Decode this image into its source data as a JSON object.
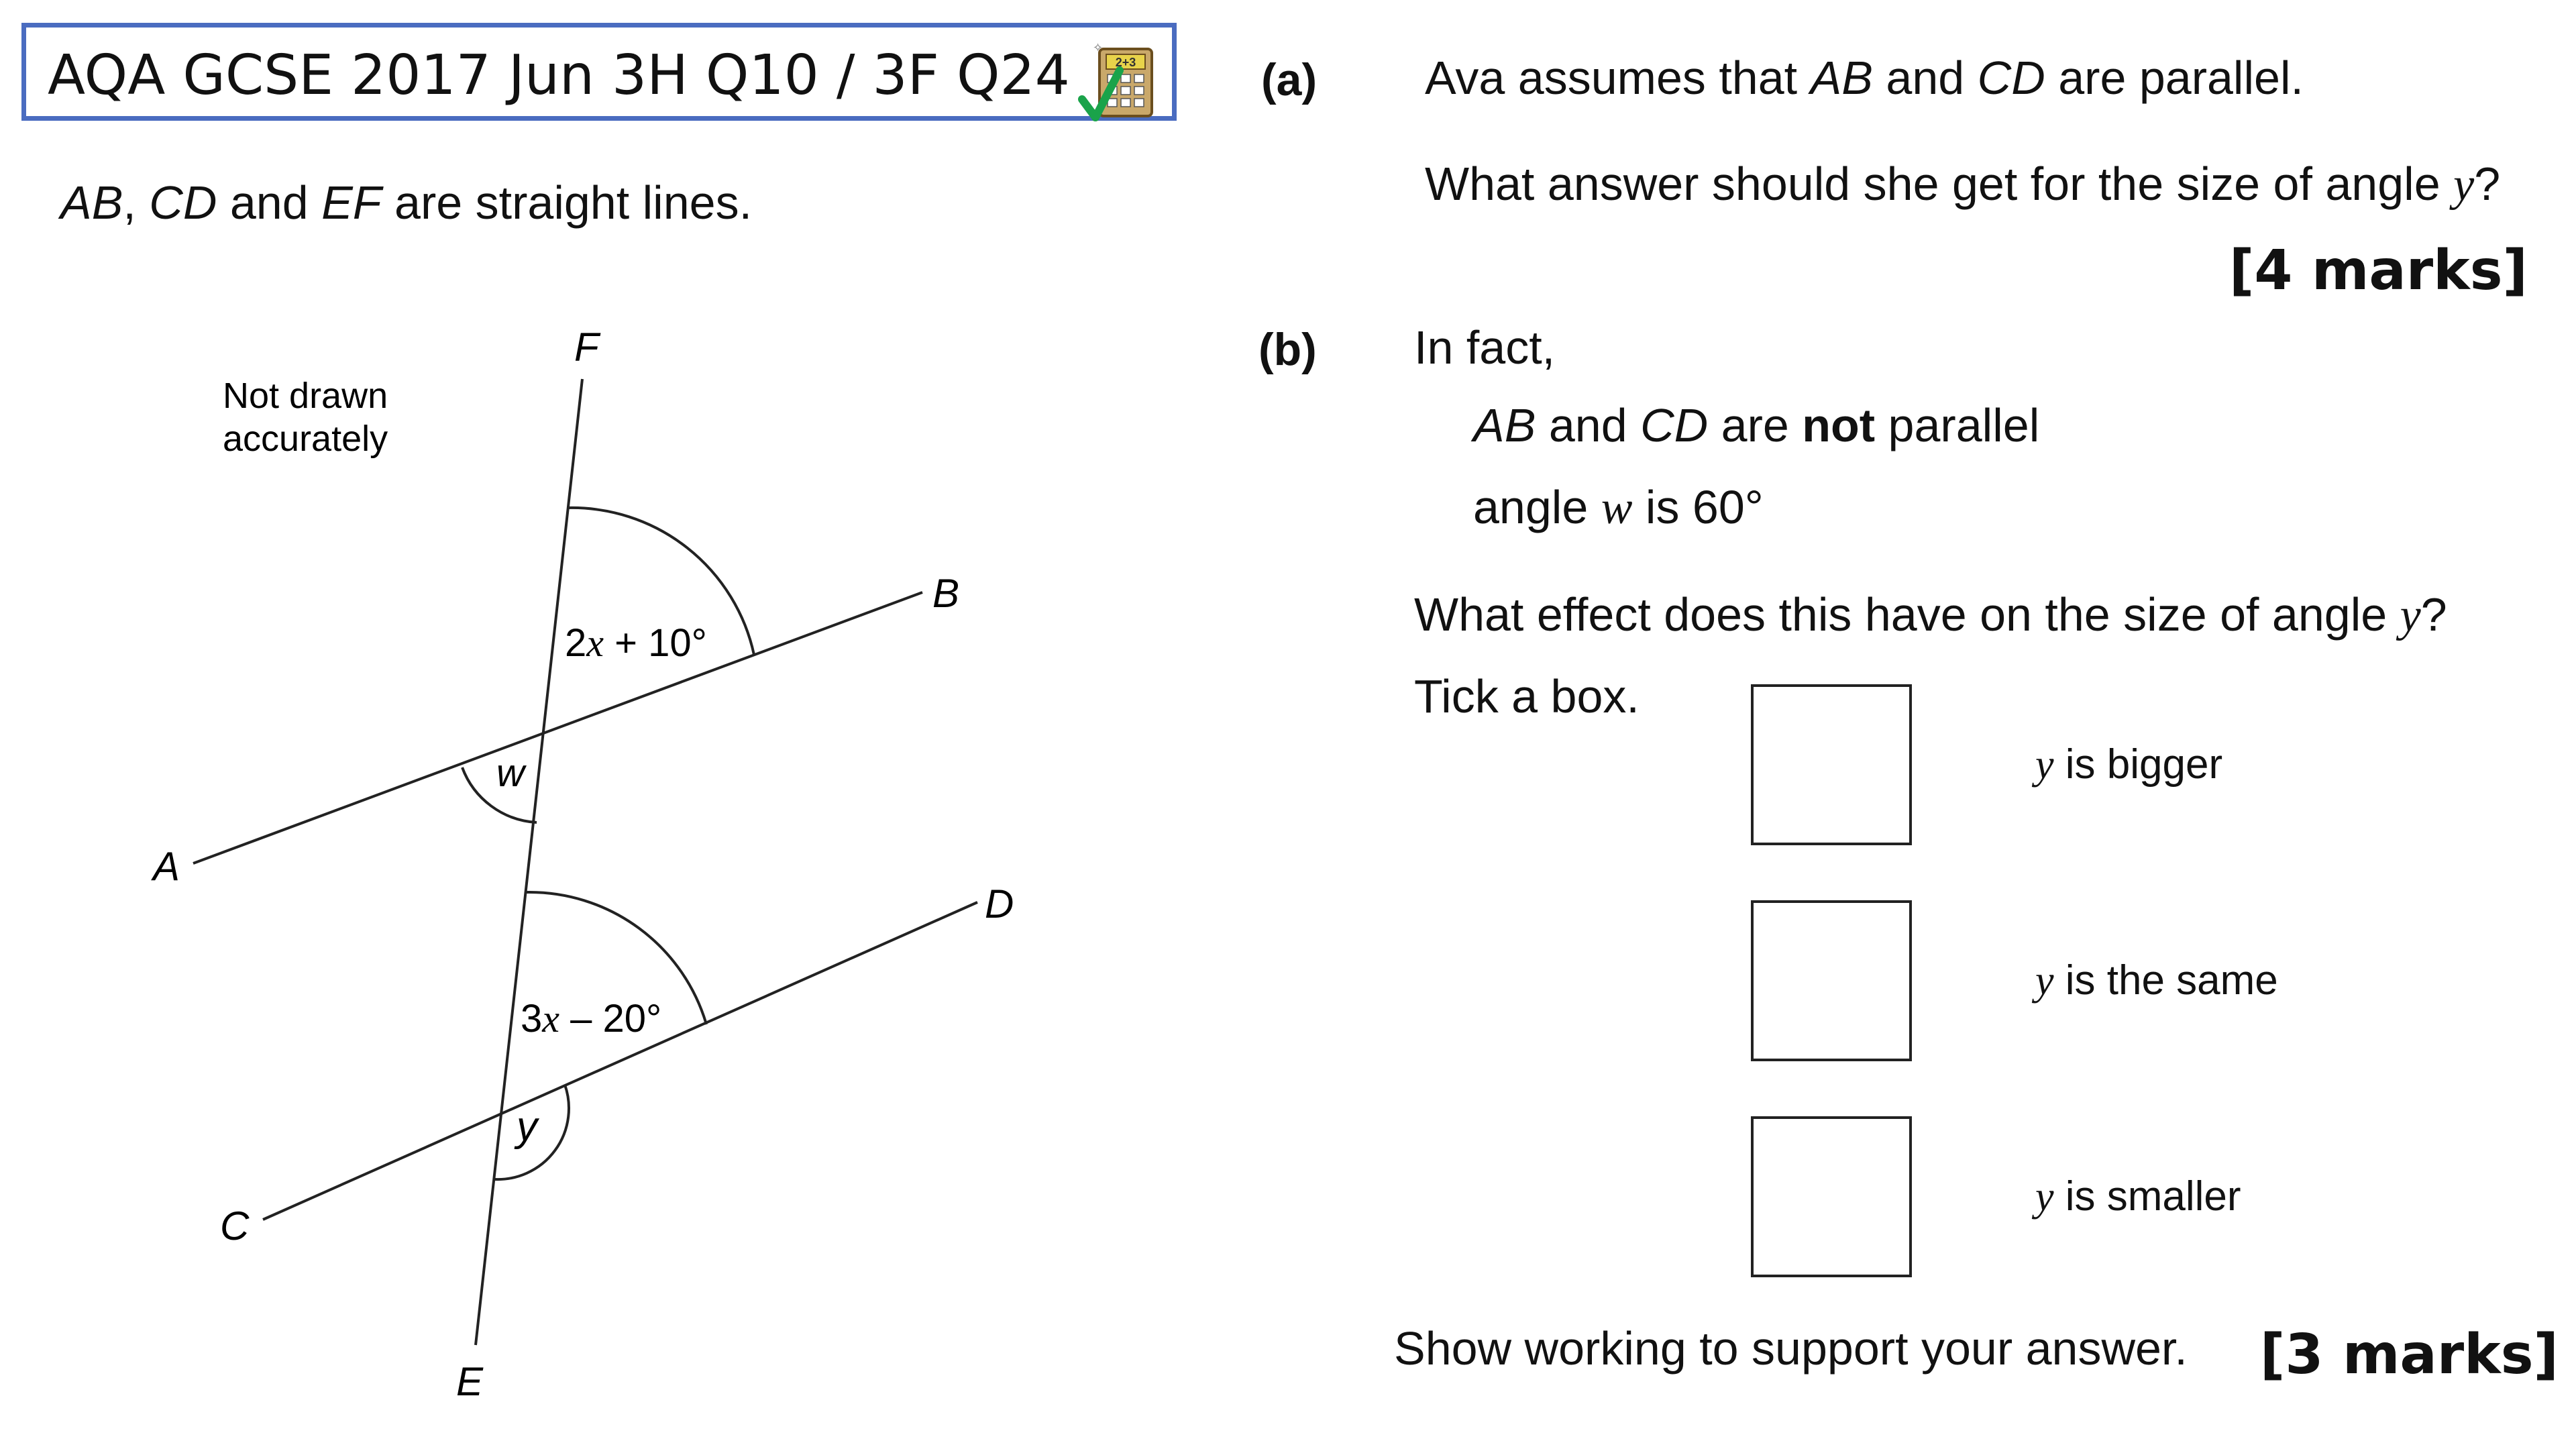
{
  "header": {
    "title": "AQA GCSE 2017 Jun 3H Q10 / 3F Q24",
    "calculator_icon_text": "2+3",
    "tick_color": "#1aa34a",
    "border_color": "#4a6cc0"
  },
  "intro": {
    "p1": "AB",
    "p2": ", ",
    "p3": "CD",
    "p4": " and ",
    "p5": "EF",
    "p6": " are straight lines."
  },
  "diagram": {
    "note_line1": "Not drawn",
    "note_line2": "accurately",
    "labels": {
      "F": "F",
      "B": "B",
      "A": "A",
      "D": "D",
      "C": "C",
      "E": "E"
    },
    "angle_top": {
      "coef": "2",
      "var": "x",
      "rest": " + 10°"
    },
    "angle_w": "w",
    "angle_bottom": {
      "coef": "3",
      "var": "x",
      "rest": " – 20°"
    },
    "angle_y": "y"
  },
  "part_a": {
    "label": "(a)",
    "line1": {
      "t1": "Ava assumes that ",
      "t2": "AB",
      "t3": " and ",
      "t4": "CD",
      "t5": " are parallel."
    },
    "line2": {
      "t1": "What answer should she get for the size of angle ",
      "t2": "y",
      "t3": "?"
    },
    "marks": "[4 marks]"
  },
  "part_b": {
    "label": "(b)",
    "in_fact": "In fact,",
    "cond1": {
      "t1": "AB",
      "t2": " and ",
      "t3": "CD",
      "t4": " are ",
      "t5": "not",
      "t6": " parallel"
    },
    "cond2": {
      "t1": "angle ",
      "t2": "w",
      "t3": " is 60°"
    },
    "question": {
      "t1": "What effect does this have on the size of angle ",
      "t2": "y",
      "t3": "?"
    },
    "tick": "Tick a box.",
    "options": [
      {
        "var": "y",
        "text": " is bigger"
      },
      {
        "var": "y",
        "text": " is the same"
      },
      {
        "var": "y",
        "text": " is smaller"
      }
    ],
    "show_working": "Show working to support your answer.",
    "marks": "[3 marks]"
  }
}
